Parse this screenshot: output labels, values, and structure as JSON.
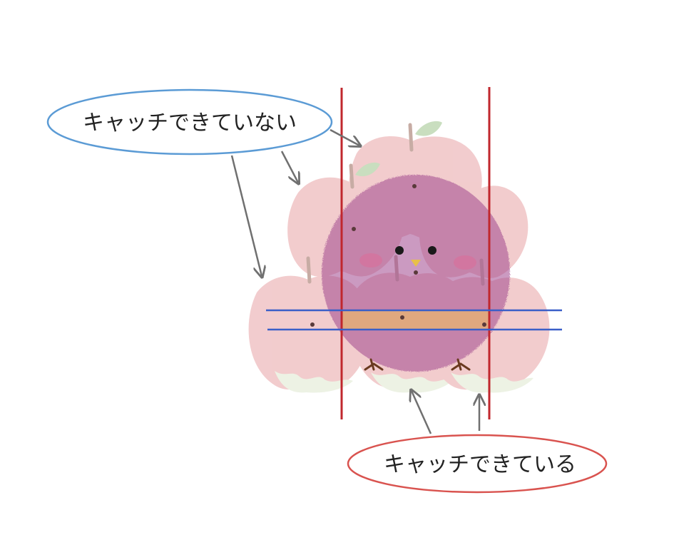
{
  "callouts": {
    "not_caught": {
      "label": "キャッチできていない",
      "border_color": "#5b9bd5"
    },
    "caught": {
      "label": "キャッチできている",
      "border_color": "#d9534f"
    }
  },
  "colors": {
    "apple_fill": "#e8a3a6",
    "apple_bottom": "#dfe9cf",
    "bird_fill": "#a24a8f",
    "detection_band": "#f2c162",
    "vertical_lines": "#c0272d",
    "horizontal_lines": "#3a5fc8",
    "arrows": "#707070"
  },
  "objects": {
    "apples": [
      "top-apple",
      "upper-left-apple",
      "upper-right-apple",
      "bottom-left-apple",
      "bottom-center-apple",
      "bottom-right-apple"
    ],
    "bird": "bird"
  }
}
